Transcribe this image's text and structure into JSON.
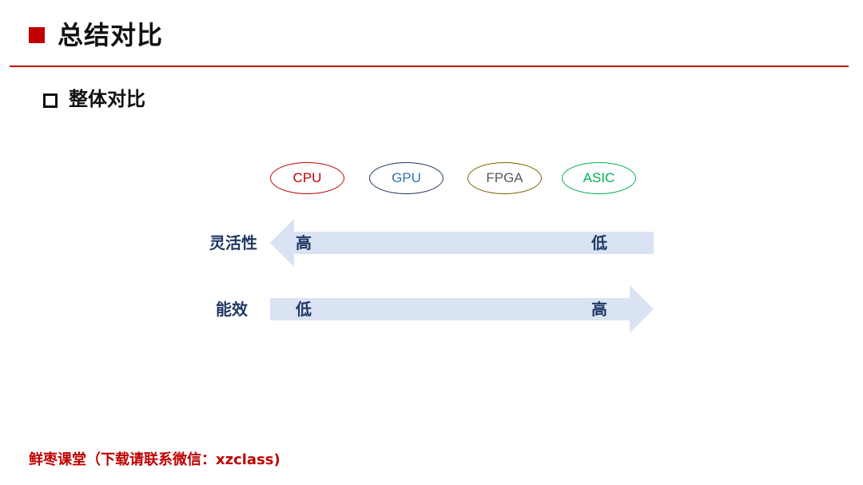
{
  "header": {
    "title": "总结对比"
  },
  "section": {
    "title": "整体对比"
  },
  "chips": [
    "CPU",
    "GPU",
    "FPGA",
    "ASIC"
  ],
  "rows": {
    "flexibility": {
      "label": "灵活性",
      "left": "高",
      "right": "低"
    },
    "efficiency": {
      "label": "能效",
      "left": "低",
      "right": "高"
    }
  },
  "footer": {
    "text": "鲜枣课堂（下载请联系微信：xzclass)"
  },
  "colors": {
    "accent": "#c00000",
    "arrow_fill": "#dae3f3",
    "label_text": "#1f3864"
  }
}
